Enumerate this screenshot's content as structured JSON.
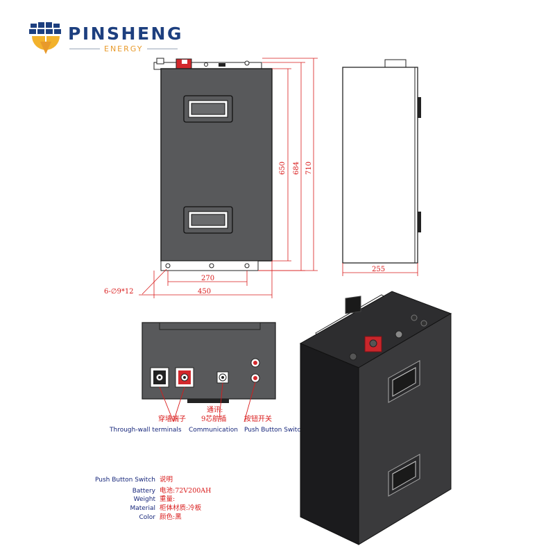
{
  "brand": {
    "name": "PINSHENG",
    "subtitle": "ENERGY"
  },
  "dimensions": {
    "height_650": "650",
    "height_684": "684",
    "height_710": "710",
    "width_270": "270",
    "width_450": "450",
    "depth_255": "255",
    "holes": "6-∅9*12"
  },
  "front_panel": {
    "terminal_cn": "穿墙端子",
    "terminal_en": "Through-wall terminals",
    "comm_cn_1": "通讯:",
    "comm_cn_2": "9芯航插",
    "comm_en": "Communication",
    "switch_cn": "按钮开关",
    "switch_en": "Push Button Switch"
  },
  "specs": [
    {
      "key": "Push Button Switch",
      "value": "说明"
    },
    {
      "key": "Battery",
      "value": "电池:72V200AH"
    },
    {
      "key": "Weight",
      "value": "重量:"
    },
    {
      "key": "Material",
      "value": "柜体材质:冷板"
    },
    {
      "key": "Color",
      "value": "颜色:黑"
    }
  ],
  "colors": {
    "brand_blue": "#1d3f7f",
    "brand_orange": "#e89a2a",
    "dimension_red": "#d91a1a",
    "label_blue": "#15257a",
    "body_gray": "#58595b",
    "terminal_red": "#d3282c"
  }
}
